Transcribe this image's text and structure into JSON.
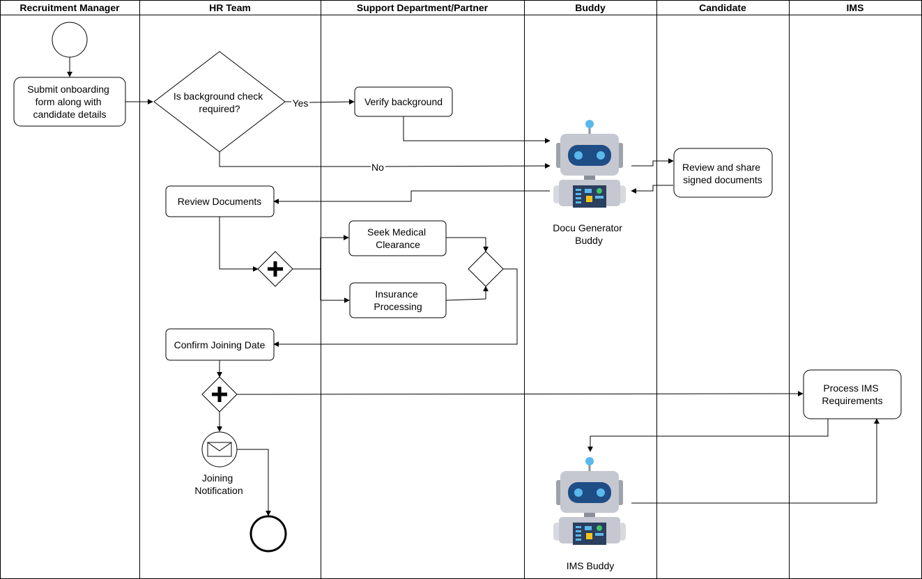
{
  "lanes": [
    "Recruitment Manager",
    "HR Team",
    "Support Department/Partner",
    "Buddy",
    "Candidate",
    "IMS"
  ],
  "nodes": {
    "submit_form": [
      "Submit onboarding",
      "form along with",
      "candidate details"
    ],
    "bg_check_question": [
      "Is background check",
      "required?"
    ],
    "verify_background": [
      "Verify background"
    ],
    "review_share": [
      "Review and share",
      "signed documents"
    ],
    "review_documents": [
      "Review Documents"
    ],
    "seek_medical": [
      "Seek Medical",
      "Clearance"
    ],
    "insurance_processing": [
      "Insurance",
      "Processing"
    ],
    "confirm_joining": [
      "Confirm Joining Date"
    ],
    "process_ims": [
      "Process IMS",
      "Requirements"
    ],
    "docu_buddy": [
      "Docu Generator",
      "Buddy"
    ],
    "ims_buddy": [
      "IMS Buddy"
    ],
    "joining_notification": [
      "Joining",
      "Notification"
    ]
  },
  "edge_labels": {
    "yes": "Yes",
    "no": "No"
  },
  "colors": {
    "robot_body": "#c5c8d0",
    "robot_face": "#1f4d86",
    "robot_eye": "#5bb8ec",
    "robot_panel": "#2b3f5f",
    "robot_green": "#3fc46a",
    "robot_yellow": "#f5c518"
  }
}
